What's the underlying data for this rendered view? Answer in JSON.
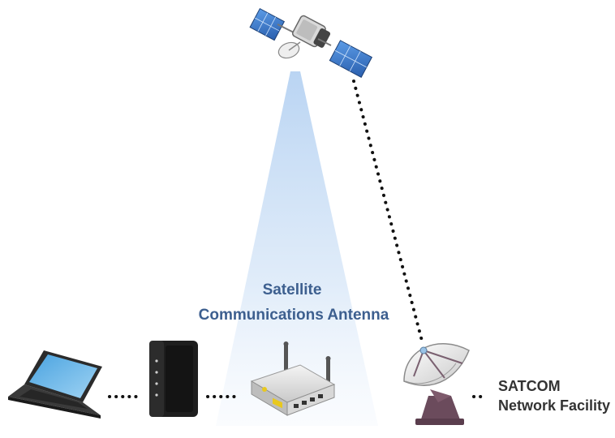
{
  "labels": {
    "antenna_line1": "Satellite",
    "antenna_line2": "Communications Antenna",
    "facility_line1": "SATCOM",
    "facility_line2": "Network Facility"
  },
  "icons": {
    "satellite": "satellite-icon",
    "laptop": "laptop-icon",
    "modem": "modem-icon",
    "router": "router-icon",
    "dish": "satellite-dish-icon"
  },
  "colors": {
    "label_blue": "#3d5f8f",
    "label_dark": "#333333",
    "beam": "#bcd6f3",
    "panel_blue": "#3f7fd0",
    "dish_body": "#6b4b5c"
  }
}
